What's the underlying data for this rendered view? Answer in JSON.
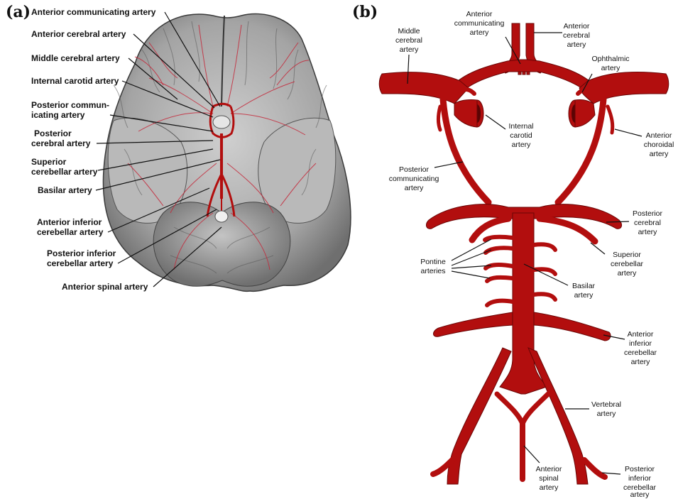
{
  "panels": {
    "a": {
      "letter": "(a)",
      "labels": [
        "Anterior communicating artery",
        "Anterior cerebral artery",
        "Middle cerebral artery",
        "Internal carotid artery",
        "Posterior commun-",
        "icating artery",
        "Posterior",
        "cerebral artery",
        "Superior",
        "cerebellar artery",
        "Basilar artery",
        "Anterior inferior",
        "cerebellar artery",
        "Posterior inferior",
        "cerebellar artery",
        "Anterior spinal artery"
      ]
    },
    "b": {
      "letter": "(b)",
      "labels": {
        "middle_cerebral": [
          "Middle",
          "cerebral",
          "artery"
        ],
        "anterior_communicating": [
          "Anterior",
          "communicating",
          "artery"
        ],
        "anterior_cerebral": [
          "Anterior",
          "cerebral",
          "artery"
        ],
        "ophthalmic": [
          "Ophthalmic",
          "artery"
        ],
        "internal_carotid": [
          "Internal",
          "carotid",
          "artery"
        ],
        "anterior_choroidal": [
          "Anterior",
          "choroidal",
          "artery"
        ],
        "posterior_communicating": [
          "Posterior",
          "communicating",
          "artery"
        ],
        "posterior_cerebral": [
          "Posterior",
          "cerebral",
          "artery"
        ],
        "pontine": [
          "Pontine",
          "arteries"
        ],
        "superior_cerebellar": [
          "Superior",
          "cerebellar",
          "artery"
        ],
        "basilar": [
          "Basilar",
          "artery"
        ],
        "anterior_inferior_cerebellar": [
          "Anterior",
          "inferior",
          "cerebellar",
          "artery"
        ],
        "vertebral": [
          "Vertebral",
          "artery"
        ],
        "anterior_spinal": [
          "Anterior",
          "spinal",
          "artery"
        ],
        "posterior_inferior_cerebellar": [
          "Posterior",
          "inferior",
          "cerebellar",
          "artery"
        ]
      }
    }
  },
  "colors": {
    "artery": "#b20e0e",
    "artery_dark": "#6a0505",
    "brain": "#9a9a9a"
  }
}
